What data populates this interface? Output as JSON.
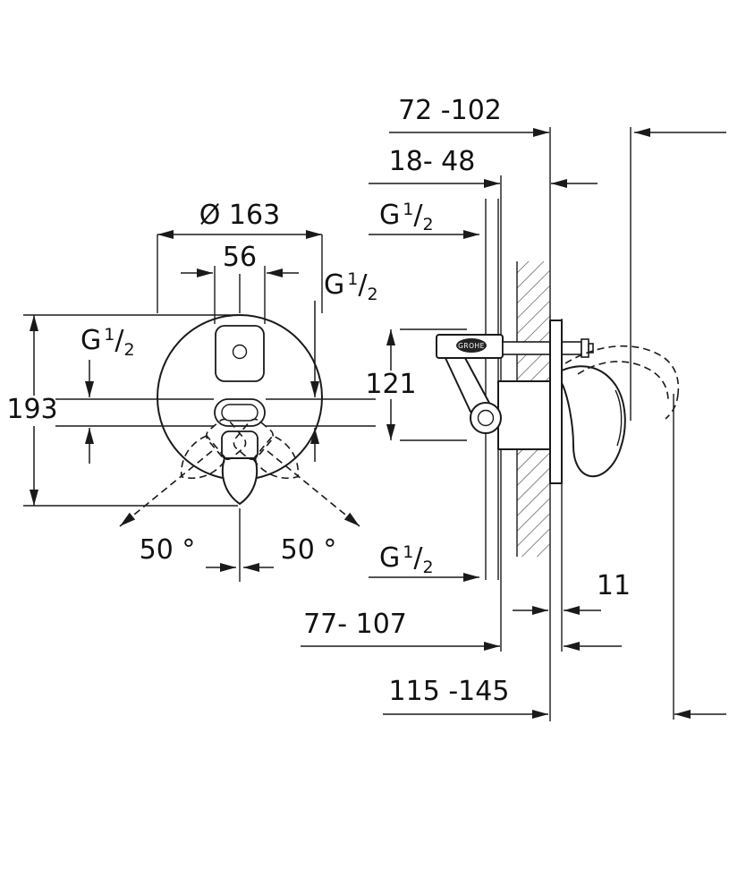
{
  "drawing": {
    "brand": "GROHE",
    "thread_label": {
      "prefix": "G",
      "numerator": "1",
      "separator": "/",
      "denominator": "2"
    },
    "dimensions": {
      "projection": "72 -102",
      "recess_depth": "18- 48",
      "plate_diameter": "Ø 163",
      "cartridge_width": "56",
      "overall_height": "193",
      "body_height": "121",
      "angle_left": "50 °",
      "angle_right": "50 °",
      "plate_thickness": "11",
      "depth_mid": "77- 107",
      "depth_total": "115 -145"
    }
  }
}
